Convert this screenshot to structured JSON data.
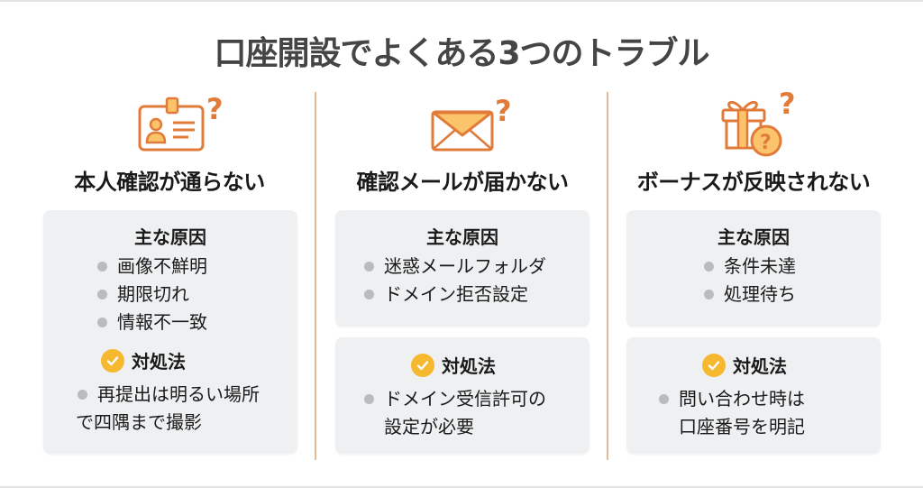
{
  "title": "口座開設でよくある3つのトラブル",
  "colors": {
    "accent_orange": "#E07B39",
    "icon_fill": "#FBC36A",
    "check_badge": "#F5B82E",
    "box_bg": "#EEF0F2",
    "divider": "#E2B995",
    "title_text": "#454545",
    "bullet_dot": "#B9BCBF"
  },
  "columns": [
    {
      "icon": "id-card-question-icon",
      "title": "本人確認が通らない",
      "causes_heading": "主な原因",
      "causes": [
        "画像不鮮明",
        "期限切れ",
        "情報不一致"
      ],
      "fix_heading": "対処法",
      "fix_icon": "check-circle-icon",
      "fix_lines": [
        "再提出は明るい場所",
        "で四隅まで撮影"
      ]
    },
    {
      "icon": "envelope-question-icon",
      "title": "確認メールが届かない",
      "causes_heading": "主な原因",
      "causes": [
        "迷惑メールフォルダ",
        "ドメイン拒否設定"
      ],
      "fix_heading": "対処法",
      "fix_icon": "check-circle-icon",
      "fix_lines": [
        "ドメイン受信許可の",
        "設定が必要"
      ]
    },
    {
      "icon": "gift-question-icon",
      "title": "ボーナスが反映されない",
      "causes_heading": "主な原因",
      "causes": [
        "条件未達",
        "処理待ち"
      ],
      "fix_heading": "対処法",
      "fix_icon": "check-circle-icon",
      "fix_lines": [
        "問い合わせ時は",
        "口座番号を明記"
      ]
    }
  ]
}
